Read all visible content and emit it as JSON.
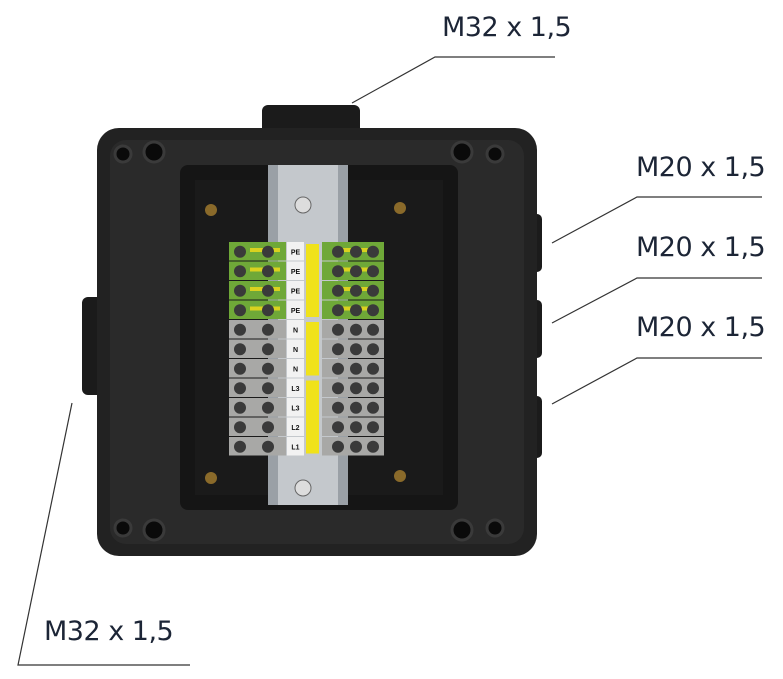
{
  "callouts": {
    "top": "M32 x 1,5",
    "right_1": "M20 x 1,5",
    "right_2": "M20 x 1,5",
    "right_3": "M20 x 1,5",
    "bottom_left": "M32 x 1,5"
  },
  "terminal_labels": [
    "PE",
    "PE",
    "PE",
    "PE",
    "N",
    "N",
    "N",
    "L3",
    "L3",
    "L2",
    "L1"
  ],
  "colors": {
    "text": "#1c2536",
    "enclosure": "#1f1f1f",
    "earth_green": "#6fa838",
    "earth_yellow": "#d9d21f",
    "grey_terminal": "#a8a8a6",
    "bridge_yellow": "#f0e21a"
  }
}
